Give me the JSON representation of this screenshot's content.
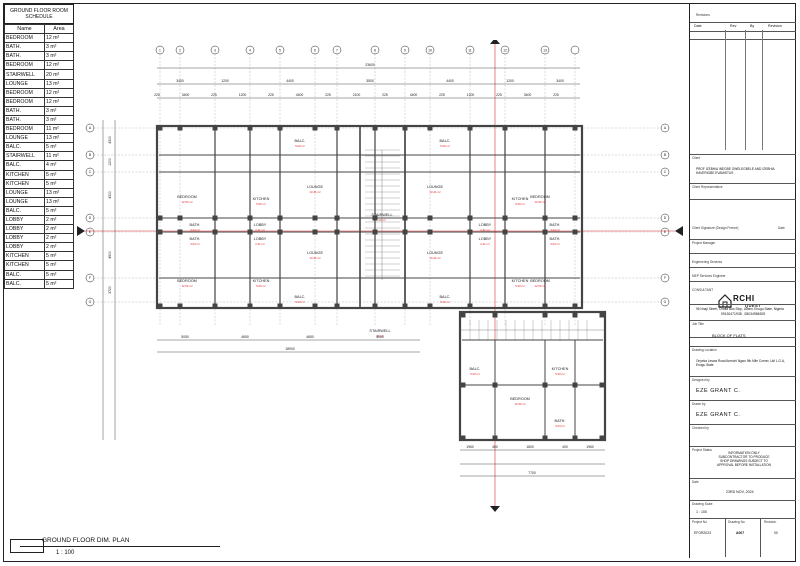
{
  "schedule": {
    "title_line1": "GROUND FLOOR ROOM",
    "title_line2": "SCHEDULE",
    "col_name": "Name",
    "col_area": "Area",
    "rows": [
      {
        "name": "BEDROOM",
        "area": "12 m²"
      },
      {
        "name": "BATH.",
        "area": "3 m²"
      },
      {
        "name": "BATH.",
        "area": "3 m²"
      },
      {
        "name": "BEDROOM",
        "area": "12 m²"
      },
      {
        "name": "STAIRWELL",
        "area": "20 m²"
      },
      {
        "name": "LOUNGE",
        "area": "13 m²"
      },
      {
        "name": "BEDROOM",
        "area": "12 m²"
      },
      {
        "name": "BEDROOM",
        "area": "12 m²"
      },
      {
        "name": "BATH.",
        "area": "3 m²"
      },
      {
        "name": "BATH.",
        "area": "3 m²"
      },
      {
        "name": "BEDROOM",
        "area": "11 m²"
      },
      {
        "name": "LOUNGE",
        "area": "13 m²"
      },
      {
        "name": "BALC.",
        "area": "5 m²"
      },
      {
        "name": "STAIRWELL",
        "area": "11 m²"
      },
      {
        "name": "BALC.",
        "area": "4 m²"
      },
      {
        "name": "KITCHEN",
        "area": "5 m²"
      },
      {
        "name": "KITCHEN",
        "area": "5 m²"
      },
      {
        "name": "LOUNGE",
        "area": "13 m²"
      },
      {
        "name": "LOUNGE",
        "area": "13 m²"
      },
      {
        "name": "BALC.",
        "area": "5 m²"
      },
      {
        "name": "LOBBY",
        "area": "2 m²"
      },
      {
        "name": "LOBBY",
        "area": "2 m²"
      },
      {
        "name": "LOBBY",
        "area": "2 m²"
      },
      {
        "name": "LOBBY",
        "area": "2 m²"
      },
      {
        "name": "KITCHEN",
        "area": "5 m²"
      },
      {
        "name": "KITCHEN",
        "area": "5 m²"
      },
      {
        "name": "BALC.",
        "area": "5 m²"
      },
      {
        "name": "BALC.",
        "area": "5 m²"
      }
    ]
  },
  "plan_title": {
    "name": "GROUND FLOOR DIM. PLAN",
    "scale": "1 : 100"
  },
  "drawing": {
    "overall_dim": "23600",
    "top_dims": [
      "3400",
      "1200",
      "4400",
      "3500",
      "4400",
      "1200",
      "3400"
    ],
    "top_dims2": [
      "225",
      "3400",
      "225",
      "1200",
      "225",
      "4400",
      "225",
      "2100",
      "225",
      "4400",
      "225",
      "1200",
      "225",
      "3400",
      "225"
    ],
    "left_dims": [
      "4300",
      "1200",
      "4300",
      "4900",
      "3720"
    ],
    "bottom_dims": [
      "5050",
      "4650",
      "4650",
      "5050"
    ],
    "bottom_total": "18900",
    "lower_dims": [
      "1960",
      "400",
      "1800",
      "400",
      "1960"
    ],
    "lower_total": "7700",
    "rooms": [
      {
        "name": "BEDROOM",
        "area": "12.53 m²"
      },
      {
        "name": "KITCHEN",
        "area": "5.00 m²"
      },
      {
        "name": "BALC.",
        "area": "5.00 m²"
      },
      {
        "name": "LOUNGE",
        "area": "13.44 m²"
      },
      {
        "name": "BATH.",
        "area": "3.04 m²"
      },
      {
        "name": "LOBBY",
        "area": "2.41 m²"
      },
      {
        "name": "STAIRWELL",
        "area": "11 m²"
      },
      {
        "name": "STAIRWELL",
        "area": "20 m²"
      }
    ],
    "axis_numbers": [
      "1",
      "2",
      "3",
      "4",
      "5",
      "6",
      "7",
      "8",
      "9",
      "10",
      "11",
      "12",
      "13"
    ],
    "axis_letters": [
      "A",
      "B",
      "C",
      "D",
      "E",
      "F",
      "G",
      "H"
    ]
  },
  "titleblock": {
    "revisions_label": "Revisions",
    "rev_cols": [
      "Date",
      "Rev",
      "By",
      "Revision"
    ],
    "client_label": "Client",
    "client_value": "PROF IZEBHIA INEGBE OWELEGBELE AND IZEBHIA HAVERIGBE EVAMISTUS",
    "client_rep_label": "Client Representative",
    "client_sig_label": "Client Signature (Design Freeze)",
    "date_label": "Date",
    "pm_label": "Project Manager",
    "eng_label": "Engineering Services",
    "mep_label": "MEP Services Engineer",
    "consultant_label": "CONSULTANT",
    "logo_text1": "RCHI",
    "logo_text2": "QUEST",
    "phone": "09130471938 , 08034986305",
    "address": "96 Nnaji Street, Chaffa Bus Stop, Uwani, Enugu State, Nigeria",
    "job_title_label": "Job Title",
    "job_title": "BLOCK OF FLATS",
    "location_label": "Drawing Location",
    "location": "Onyeka Leswa Road Amechi Ngwo 9th Mile Corner, Udi L.G.A, Enugu State",
    "designed_label": "Designed by",
    "designed_by": "EZE GRANT C.",
    "drawn_label": "Drawn by",
    "drawn_by": "EZE GRANT C.",
    "checked_label": "Checked by",
    "status_label": "Project Status",
    "status": "INFORMATION ONLY SUBCONTRACTOR TO PRODUCE SHOP DRAWINGS SUBJECT TO APPROVAL BEFORE INSTALLATION",
    "date2_label": "Date",
    "date_value": "23RD NOV, 2024",
    "scale_label": "Drawing Scale",
    "scale_value": "1 : 100",
    "proj_no_label": "Project No",
    "drawing_no_label": "Drawing No",
    "revision_label": "Revision",
    "proj_no": "EFOR2023",
    "drawing_no": "A007",
    "revision": "00"
  },
  "colors": {
    "wall": "#444444",
    "grid_red": "#e03030",
    "line": "#222222"
  }
}
